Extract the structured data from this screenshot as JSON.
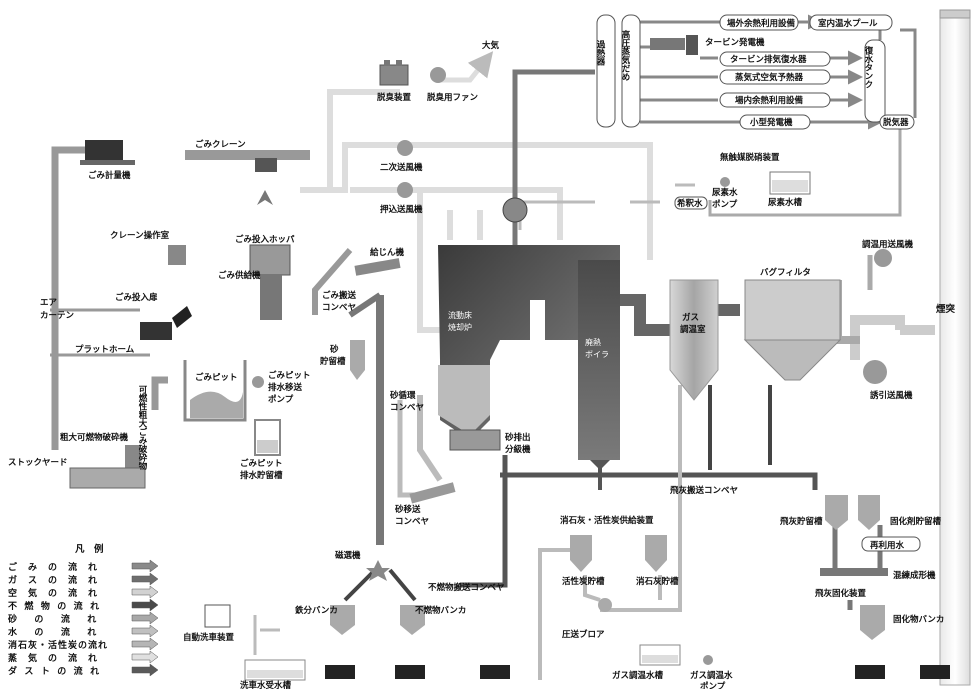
{
  "labels": {
    "air_out": "大気",
    "deodor": "脱臭装置",
    "deodor_fan": "脱臭用\nファン",
    "superheater": "過熱器",
    "hp_drum": "高圧蒸気だめ",
    "ext_heat": "場外余熱利用設備",
    "pool": "室内温水プール",
    "turbine_gen": "タービン発電機",
    "turbine_cond": "タービン排気復水器",
    "condensate_tank": "復水タンク",
    "steam_air_pre": "蒸気式空気予熱器",
    "int_heat": "場内余熱利用設備",
    "small_gen": "小型発電機",
    "deaerator": "脱気器",
    "stack": "煙突",
    "truck_scale": "ごみ計量機",
    "crane": "ごみクレーン",
    "crane_room": "クレーン操作室",
    "hopper": "ごみ投入ホッパ",
    "feeder": "ごみ供給機",
    "door": "ごみ投入扉",
    "air_curtain": "エア\nカーテン",
    "platform": "プラットホーム",
    "pit": "ごみピット",
    "pit_pump": "ごみピット\n排水移送\nポンプ",
    "pit_tank": "ごみピット\n排水貯留槽",
    "crusher": "粗大可燃物破砕機",
    "crushed": "可燃性粗大ごみ破砕物",
    "stock_yard": "ストックヤード",
    "secondary_fan": "二次送風機",
    "forced_fan": "押込送風機",
    "stoker_feed": "給じん機",
    "conveyor": "ごみ搬送\nコンベヤ",
    "sand_tank": "砂\n貯留槽",
    "sand_cycle": "砂循環\nコンベヤ",
    "sand_sep": "砂排出\n分級機",
    "sand_conv": "砂移送\nコンベヤ",
    "furnace": "流動床\n焼却炉",
    "boiler": "廃熱\nボイラ",
    "denox": "無触媒脱硝装置",
    "dilute": "希釈水",
    "urea_pump": "尿素水\nポンプ",
    "urea_tank": "尿素水槽",
    "gas_cool": "ガス\n調温室",
    "bag": "バグフィルタ",
    "temp_fan": "調温用送風機",
    "induced_fan": "誘引送風機",
    "fly_conv": "飛灰搬送コンベヤ",
    "lime_supply": "消石灰・活性炭供給装置",
    "ac_tank": "活性炭貯槽",
    "lime_tank": "消石灰貯槽",
    "blower": "圧送ブロア",
    "gas_water": "ガス調温水槽",
    "gas_pump": "ガス調温水\nポンプ",
    "fly_tank": "飛灰貯留槽",
    "solid_tank": "固化剤貯留槽",
    "reuse_water": "再利用水",
    "mixer": "混練成形機",
    "solidifier": "飛灰固化装置",
    "solid_bunker": "固化物バンカ",
    "magnet": "磁選機",
    "noncomb_conv": "不燃物搬送コンベヤ",
    "iron_bunker": "鉄分バンカ",
    "noncomb_bunker": "不燃物バンカ",
    "wash_device": "自動洗車装置",
    "wash_tank": "洗車水受水槽"
  },
  "legend": {
    "title": "凡　例",
    "items": [
      {
        "label": "ご　み　の　流　れ",
        "color": "#8a8a8a"
      },
      {
        "label": "ガ　ス　の　流　れ",
        "color": "#6e6e6e"
      },
      {
        "label": "空　気　の　流　れ",
        "color": "#d2d2d2"
      },
      {
        "label": "不 燃 物 の 流 れ",
        "color": "#4a4a4a"
      },
      {
        "label": "砂　 の　 流　 れ",
        "color": "#a8a8a8"
      },
      {
        "label": "水　 の　 流　 れ",
        "color": "#c0c0c0"
      },
      {
        "label": "消石灰・活性炭の流れ",
        "color": "#b5b5b5"
      },
      {
        "label": "蒸　気　の　流　れ",
        "color": "#e0e0e0"
      },
      {
        "label": "ダ ス ト の 流 れ",
        "color": "#5a5a5a"
      }
    ]
  }
}
